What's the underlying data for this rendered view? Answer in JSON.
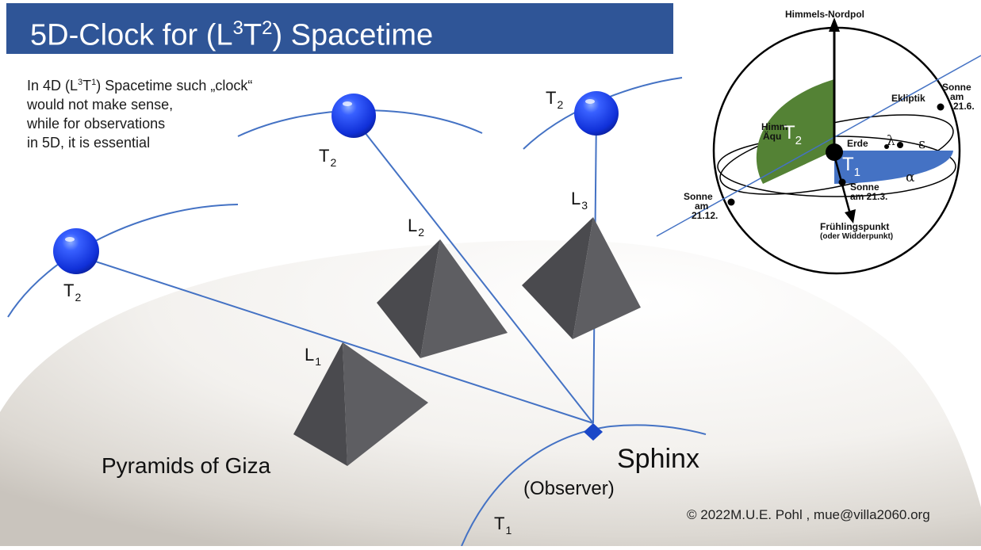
{
  "title": {
    "main": "5D-Clock for (L",
    "sup1": "3",
    "mid": "T",
    "sup2": "2",
    "end": ") Spacetime"
  },
  "intro": {
    "line1_pre": "In 4D (L",
    "line1_sup1": "3",
    "line1_mid": "T",
    "line1_sup2": "1",
    "line1_post": ") Spacetime such „clock“",
    "line2": "would not make sense,",
    "line3": "while for observations",
    "line4": "in 5D, it is essential"
  },
  "labels": {
    "t": "T",
    "l": "L",
    "sub1": "1",
    "sub2": "2",
    "sub3": "3",
    "pyramids": "Pyramids of Giza",
    "sphinx": "Sphinx",
    "observer": "(Observer)"
  },
  "copyright": "© 2022M.U.E. Pohl , mue@villa2060.org",
  "sky": {
    "nordpol": "Himmels-Nordpol",
    "ekliptik": "Ekliptik",
    "himm1": "Himm",
    "aqu": "Äqu",
    "erde": "Erde",
    "sonne": "Sonne",
    "am": "am",
    "d216": "21.6.",
    "d2112": "21.12.",
    "am213": "am 21.3.",
    "fruehling": "Frühlingspunkt",
    "widder": "(oder Widderpunkt)",
    "lambda": "λ",
    "beta": "ε",
    "alpha": "α"
  },
  "colors": {
    "title_bar": "#2f5597",
    "sphere": "#1438e0",
    "line": "#4472c4",
    "wedge_green": "#548235",
    "wedge_blue": "#4472c4",
    "pyramid": "#4a4a4a"
  }
}
